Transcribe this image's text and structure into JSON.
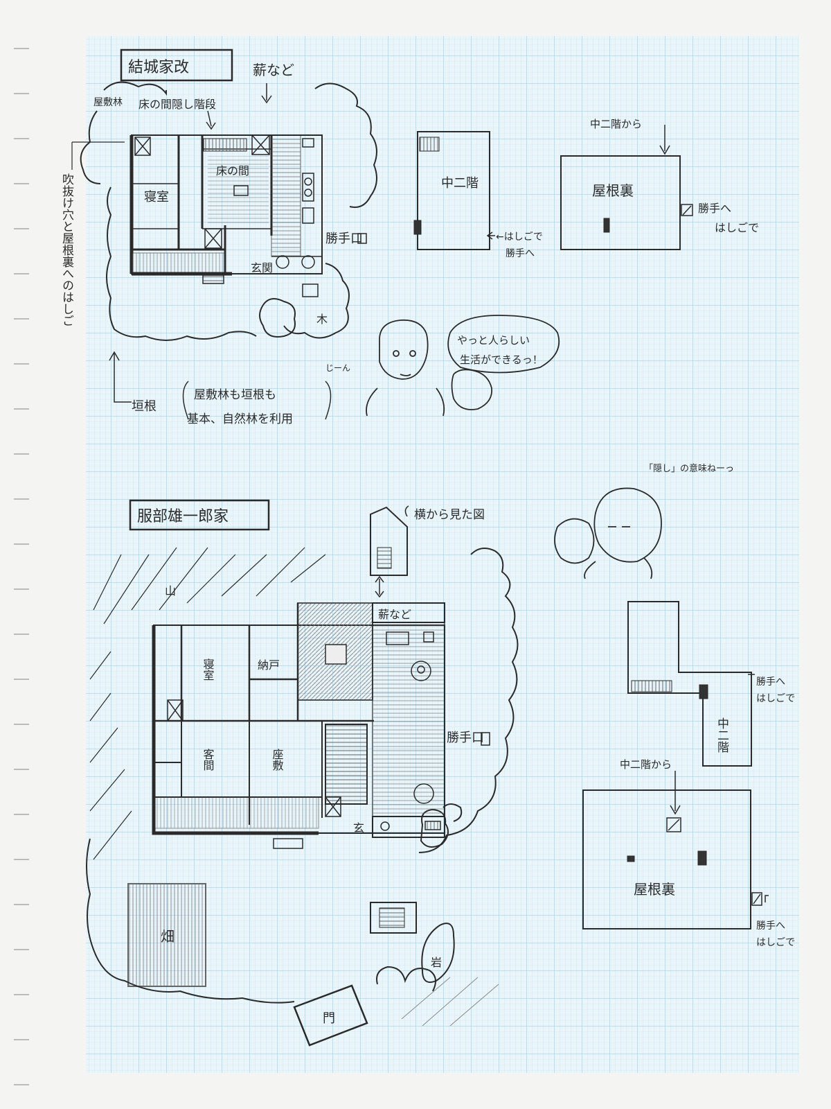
{
  "colors": {
    "paper": "#f4f4f2",
    "grid_fine": "#bfe0ee",
    "grid_major": "#8ec8e0",
    "pencil": "#2a2a2a",
    "shade": "#9a9a9a"
  },
  "yuuki_house": {
    "title": "結城家改",
    "labels": {
      "yashikibayashi": "屋敷林",
      "takigi": "薪など",
      "hidden_stairs": "床の間隠し階段",
      "tokonoma": "床の間",
      "shinshitsu": "寝室",
      "genkan": "玄関",
      "katte": "勝手口",
      "tree": "木",
      "hashigo_vertical": "吹抜け穴と屋根裏へのはしご",
      "ikegaki": "垣根",
      "note_line1": "屋敷林も垣根も",
      "note_line2": "基本、自然林を利用"
    },
    "mezzanine": {
      "name": "中二階",
      "arrow_line1": "←はしごで",
      "arrow_line2": "勝手へ"
    },
    "attic": {
      "name": "屋根裏",
      "from_mezzanine": "中二階から",
      "arrow_line1": "勝手へ",
      "arrow_line2": "はしごで"
    },
    "bubble_line1": "やっと人らしい",
    "bubble_line2": "生活ができるっ！",
    "sfx": "じーん"
  },
  "hattori_house": {
    "title": "服部雄一郎家",
    "labels": {
      "side_view": "横から見た図",
      "mountain": "山",
      "takigi": "薪など",
      "shinshitsu": "寝室",
      "nando": "納戸",
      "katte": "勝手口",
      "kyakuma": "客間",
      "zashiki": "座敷",
      "genkan": "玄",
      "field": "畑",
      "rock": "岩",
      "gate": "門"
    },
    "mezzanine": {
      "name": "中二階",
      "arrow_line1": "勝手へ",
      "arrow_line2": "はしごで"
    },
    "attic": {
      "name": "屋根裏",
      "from_mezzanine": "中二階から",
      "arrow_line1": "勝手へ",
      "arrow_line2": "はしごで"
    },
    "note": "「隠し」の意味ねーっ"
  }
}
